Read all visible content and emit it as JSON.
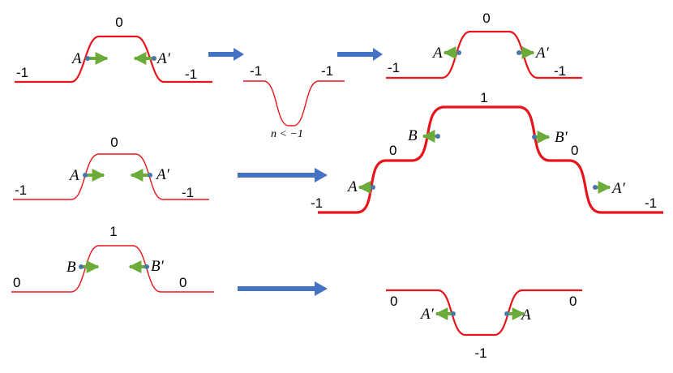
{
  "diagram": {
    "r1l": {
      "top": "0",
      "left": "-1",
      "right": "-1",
      "l1": "A",
      "l2": "A′"
    },
    "r1m": {
      "left": "-1",
      "right": "-1",
      "note": "n < −1"
    },
    "r1r": {
      "top": "0",
      "left": "-1",
      "right": "-1",
      "l1": "A",
      "l2": "A′"
    },
    "r2l": {
      "top": "0",
      "left": "-1",
      "right": "-1",
      "l1": "A",
      "l2": "A′"
    },
    "r2r": {
      "top": "1",
      "midLeft": "0",
      "midRight": "0",
      "left": "-1",
      "right": "-1",
      "lB": "B",
      "lB2": "B′",
      "lA": "A",
      "lA2": "A′"
    },
    "r3l": {
      "top": "1",
      "left": "0",
      "right": "0",
      "l1": "B",
      "l2": "B′"
    },
    "r3r": {
      "left": "0",
      "right": "0",
      "bottom": "-1",
      "l1": "A′",
      "l2": "A"
    }
  },
  "colors": {
    "curve": "#e8141c",
    "arrow": "#6aab3a",
    "flow_arrow": "#4472c4",
    "kink_dot": "#4a79a8"
  },
  "icons": {
    "arrow": "double-headed-arrow",
    "flow": "block-right-arrow"
  }
}
